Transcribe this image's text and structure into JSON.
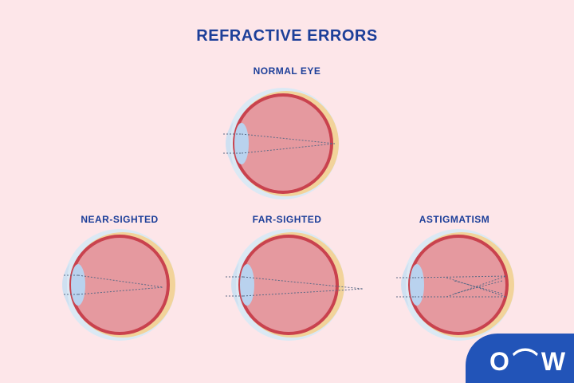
{
  "title": "REFRACTIVE ERRORS",
  "eyes": [
    {
      "label": "NORMAL EYE"
    },
    {
      "label": "NEAR-SIGHTED"
    },
    {
      "label": "FAR-SIGHTED"
    },
    {
      "label": "ASTIGMATISM"
    }
  ],
  "logo": {
    "text": "O⌒W"
  },
  "colors": {
    "background": "#fde6e9",
    "title": "#1d3f99",
    "eyeball_fill": "#e5999f",
    "eyeball_outline": "#c9424e",
    "sclera_outer": "#dbe9f4",
    "lens": "#b9d2ee",
    "retina_yellow": "#f2d39a",
    "logo_bg": "#2254b8"
  }
}
